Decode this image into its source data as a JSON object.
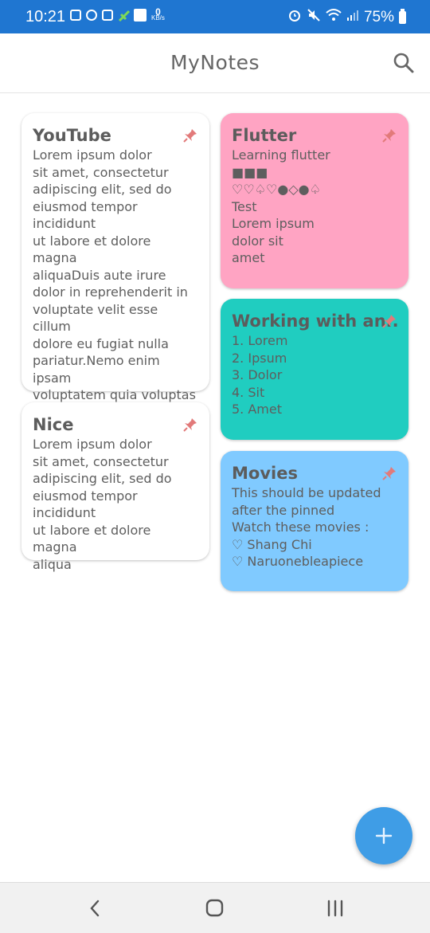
{
  "status_bar": {
    "time": "10:21",
    "speed_value": "0",
    "speed_unit": "KB/s",
    "battery": "75%"
  },
  "app_bar": {
    "title": "MyNotes"
  },
  "notes": [
    {
      "title": "YouTube",
      "body": "Lorem ipsum dolor\nsit amet, consectetur\nadipiscing elit, sed do\neiusmod tempor incididunt\nut labore et dolore magna\naliquaDuis aute irure\ndolor in reprehenderit in\nvoluptate velit esse cillum\ndolore eu fugiat nulla\npariatur.Nemo enim ipsam\nvoluptatem quia voluptas\nsit aspernatur aut odit aut\nfugit, sed quia",
      "color": "#ffffff"
    },
    {
      "title": "Nice",
      "body": "Lorem ipsum dolor\nsit amet, consectetur\nadipiscing elit, sed do\neiusmod tempor incididunt\nut labore et dolore magna\naliqua",
      "color": "#ffffff"
    },
    {
      "title": "Flutter",
      "body": "Learning flutter\n■■■\n♡♡♤♡●◇●♤\nTest\nLorem ipsum\ndolor sit\namet",
      "color": "#ffa4c3"
    },
    {
      "title": "Working with an..",
      "body": "1. Lorem\n2. Ipsum\n3. Dolor\n4. Sit\n5. Amet",
      "color": "#20cdc0"
    },
    {
      "title": "Movies",
      "body": "This should be updated\nafter the pinned\nWatch these movies :\n♡ Shang Chi\n♡ Naruonebleapiece",
      "color": "#80caff"
    }
  ],
  "colors": {
    "status_bar": "#1f76d1",
    "pin": "#e27a7a",
    "fab": "#3f9de6"
  },
  "icons": {
    "search": "search-icon",
    "pin": "pin-icon",
    "add": "plus-icon",
    "back": "back-icon",
    "home": "home-icon",
    "recents": "recents-icon"
  }
}
